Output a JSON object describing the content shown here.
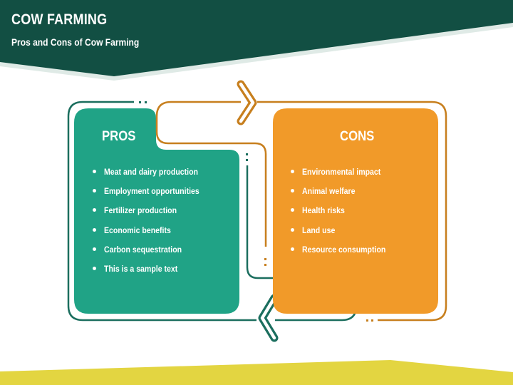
{
  "header": {
    "title": "COW FARMING",
    "subtitle": "Pros and Cons of Cow Farming"
  },
  "colors": {
    "banner": "#124f43",
    "banner_light": "#dfeae6",
    "pros_fill": "#20a386",
    "pros_line": "#1b6e5e",
    "cons_fill": "#f19a29",
    "cons_line": "#c77f1e",
    "footer": "#e3d541"
  },
  "icons": {
    "top_arrow": "chevron-right-icon",
    "bottom_arrow": "chevron-left-icon"
  },
  "pros": {
    "heading": "PROS",
    "items": [
      "Meat and dairy production",
      "Employment opportunities",
      "Fertilizer production",
      "Economic benefits",
      "Carbon sequestration",
      "This is a sample text"
    ]
  },
  "cons": {
    "heading": "CONS",
    "items": [
      "Environmental impact",
      "Animal welfare",
      "Health risks",
      "Land use",
      "Resource consumption"
    ]
  }
}
